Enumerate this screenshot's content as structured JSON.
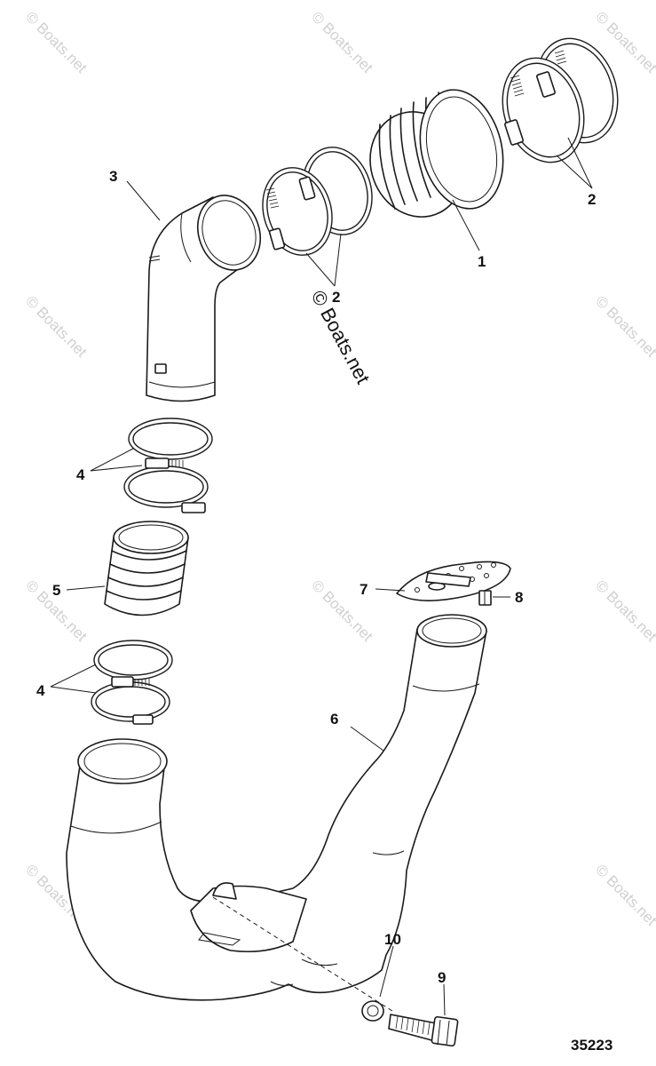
{
  "diagram": {
    "figure_number": "35223",
    "watermark_text": "© Boats.net",
    "callouts": [
      {
        "id": "c1",
        "label": "1"
      },
      {
        "id": "c2a",
        "label": "2"
      },
      {
        "id": "c2b",
        "label": "2"
      },
      {
        "id": "c3",
        "label": "3"
      },
      {
        "id": "c4a",
        "label": "4"
      },
      {
        "id": "c4b",
        "label": "4"
      },
      {
        "id": "c5",
        "label": "5"
      },
      {
        "id": "c6",
        "label": "6"
      },
      {
        "id": "c7",
        "label": "7"
      },
      {
        "id": "c8",
        "label": "8"
      },
      {
        "id": "c9",
        "label": "9"
      },
      {
        "id": "c10",
        "label": "10"
      }
    ]
  }
}
